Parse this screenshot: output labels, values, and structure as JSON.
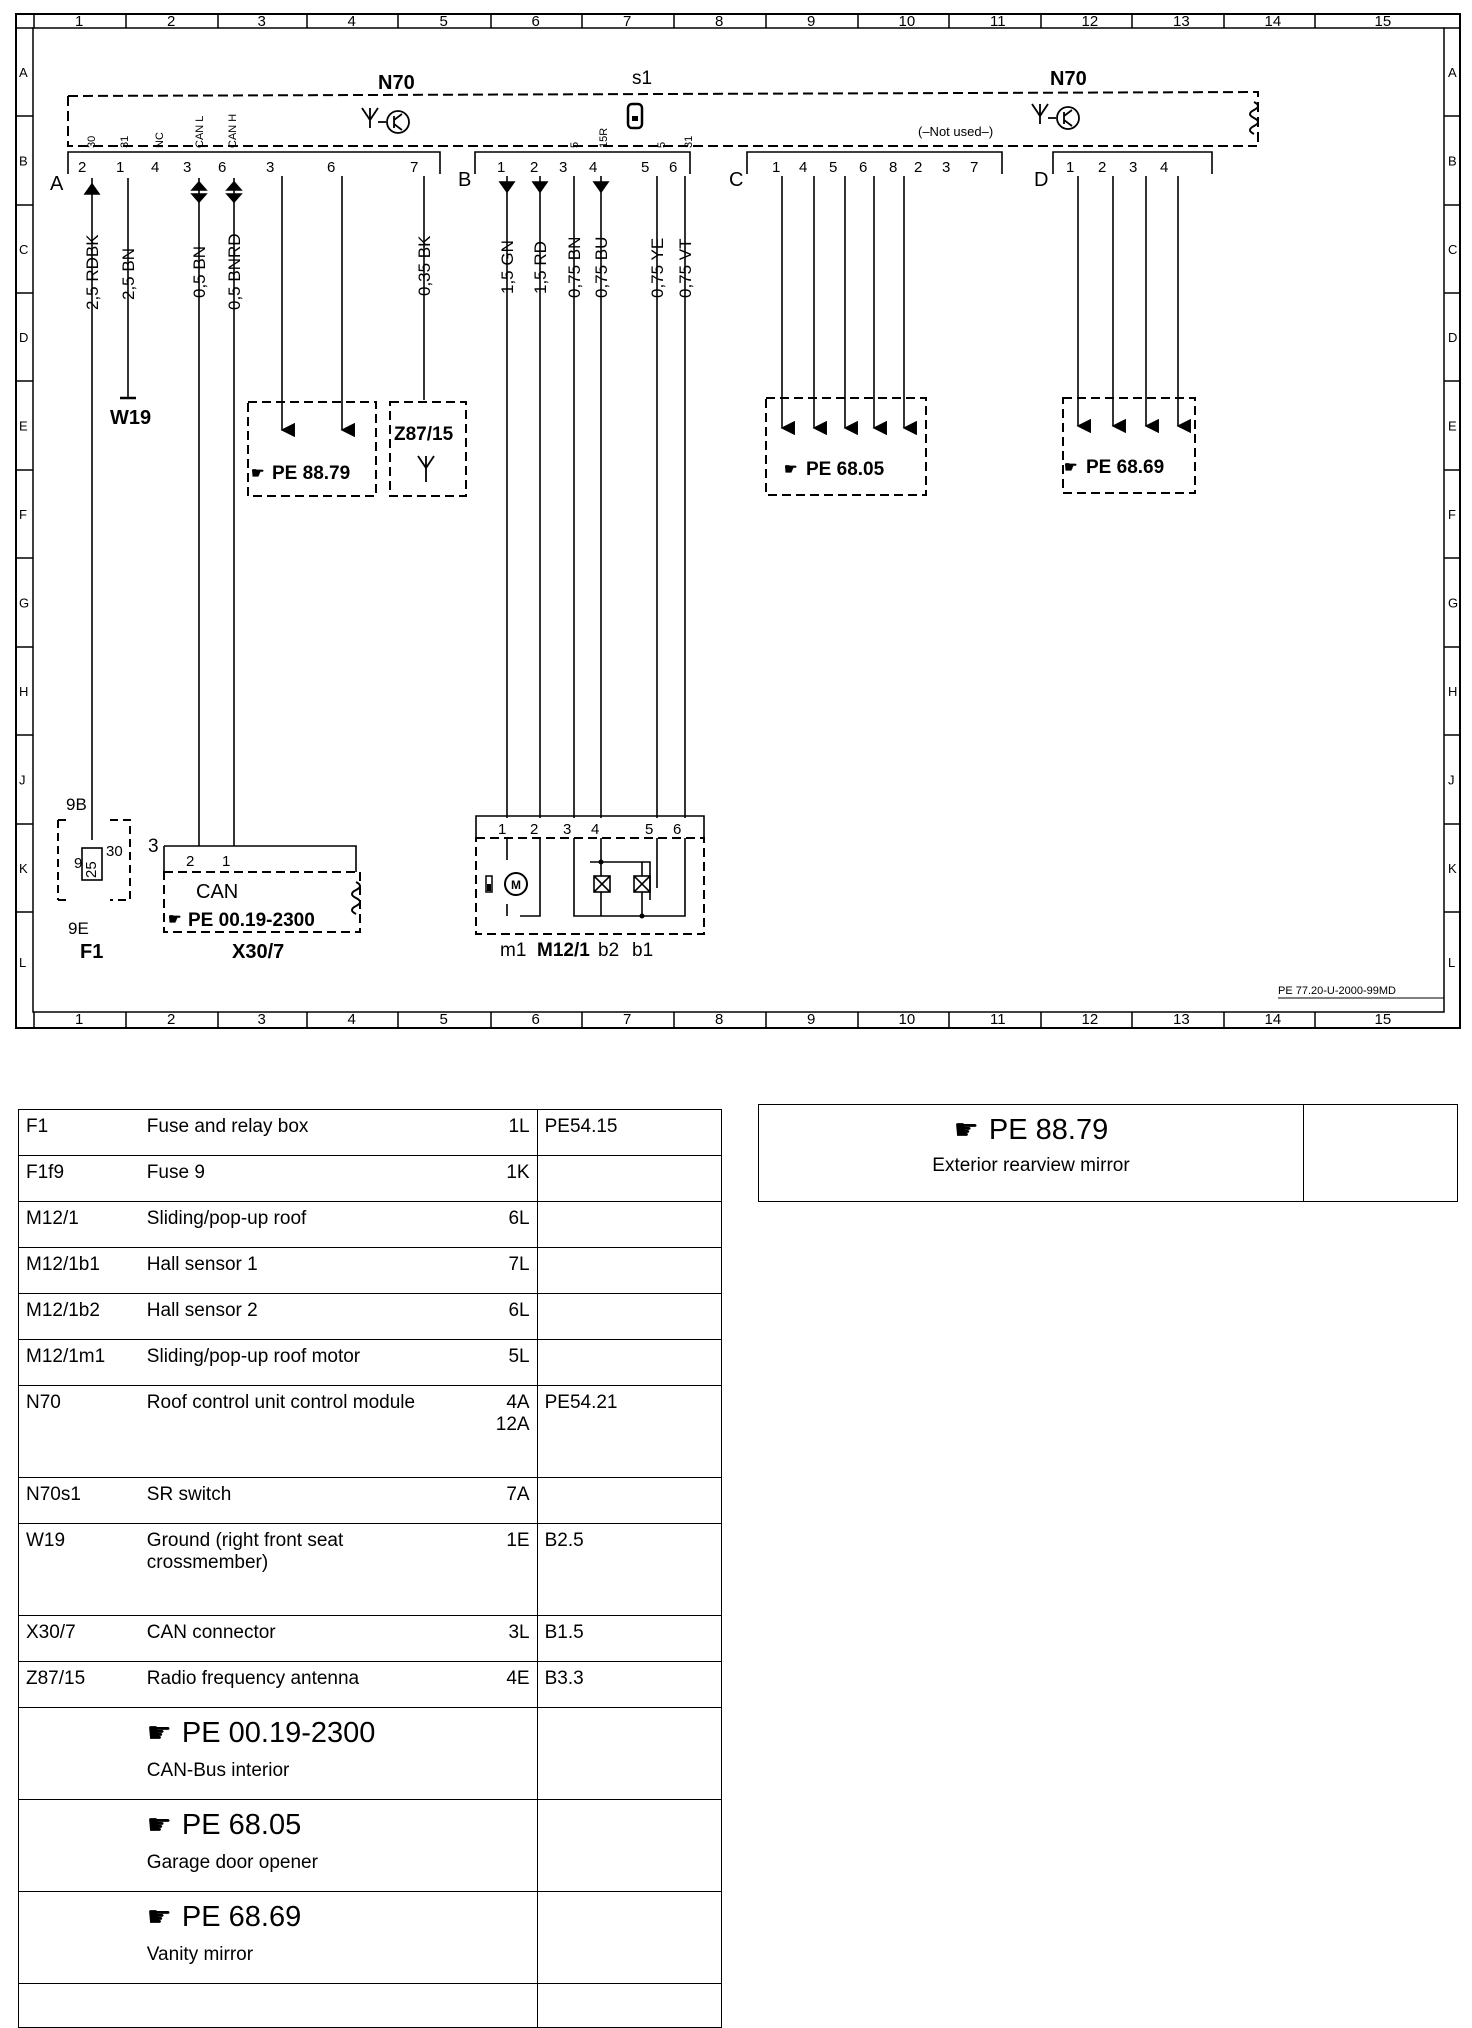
{
  "grid": {
    "columns": [
      "1",
      "2",
      "3",
      "4",
      "5",
      "6",
      "7",
      "8",
      "9",
      "10",
      "11",
      "12",
      "13",
      "14",
      "15"
    ],
    "rows": [
      "A",
      "B",
      "C",
      "D",
      "E",
      "F",
      "G",
      "H",
      "J",
      "K",
      "L"
    ]
  },
  "diagram": {
    "module_left_label": "N70",
    "module_right_label": "N70",
    "switch_label": "s1",
    "not_used": "(–Not used–)",
    "connectors": {
      "a": "A",
      "b": "B",
      "c": "C",
      "d": "D"
    },
    "pin_labels": {
      "a1": "30",
      "a2": "31",
      "a3": "NC",
      "a4": "CAN L",
      "a5": "CAN H",
      "b1": "5",
      "b2": "15R",
      "b3": "5",
      "b4": "31"
    },
    "pins": {
      "a": [
        "2",
        "1",
        "4",
        "3",
        "6",
        "3",
        "6",
        "7"
      ],
      "b": [
        "1",
        "2",
        "3",
        "4",
        "5",
        "6"
      ],
      "c": [
        "1",
        "4",
        "5",
        "6",
        "8",
        "2",
        "3",
        "7"
      ],
      "d": [
        "1",
        "2",
        "3",
        "4"
      ],
      "m12": [
        "1",
        "2",
        "3",
        "4",
        "5",
        "6"
      ],
      "x30": [
        "2",
        "1"
      ],
      "x30_num": "3"
    },
    "wires": {
      "w1": "2,5 RDBK",
      "w2": "2,5 BN",
      "w3": "0,5 BN",
      "w4": "0,5 BNRD",
      "w5": "0,35 BK",
      "w6": "1,5 GN",
      "w7": "1,5 RD",
      "w8": "0,75 BN",
      "w9": "0,75 BU",
      "w10": "0,75 YE",
      "w11": "0,75 VT"
    },
    "components": {
      "w19": "W19",
      "pe8879": "PE 88.79",
      "z8715": "Z87/15",
      "pe6805": "PE 68.05",
      "pe6869": "PE 68.69",
      "f1": "F1",
      "f1_9b": "9B",
      "f1_9e": "9E",
      "f1_pins": [
        "9",
        "25",
        "30"
      ],
      "x30_can": "CAN",
      "x30_pe": "PE 00.19-2300",
      "x30_label": "X30/7",
      "m12_m1": "m1",
      "m12_label": "M12/1",
      "m12_b2": "b2",
      "m12_b1": "b1"
    },
    "doc_code": "PE 77.20-U-2000-99MD"
  },
  "legend": [
    {
      "code": "F1",
      "desc": "Fuse and relay box",
      "loc": "1L",
      "ref": "PE54.15"
    },
    {
      "code": "F1f9",
      "desc": "Fuse 9",
      "loc": "1K",
      "ref": ""
    },
    {
      "code": "M12/1",
      "desc": "Sliding/pop-up roof",
      "loc": "6L",
      "ref": ""
    },
    {
      "code": "M12/1b1",
      "desc": "Hall sensor 1",
      "loc": "7L",
      "ref": ""
    },
    {
      "code": "M12/1b2",
      "desc": "Hall sensor 2",
      "loc": "6L",
      "ref": ""
    },
    {
      "code": "M12/1m1",
      "desc": "Sliding/pop-up roof motor",
      "loc": "5L",
      "ref": ""
    },
    {
      "code": "N70",
      "desc": "Roof control unit control module",
      "loc": "4A",
      "loc2": "12A",
      "ref": "PE54.21"
    },
    {
      "code": "N70s1",
      "desc": "SR switch",
      "loc": "7A",
      "ref": ""
    },
    {
      "code": "W19",
      "desc": "Ground (right front seat",
      "desc2": "crossmember)",
      "loc": "1E",
      "ref": "B2.5"
    },
    {
      "code": "X30/7",
      "desc": "CAN connector",
      "loc": "3L",
      "ref": "B1.5"
    },
    {
      "code": "Z87/15",
      "desc": "Radio frequency antenna",
      "loc": "4E",
      "ref": "B3.3"
    }
  ],
  "legend_refs": [
    {
      "ref": "PE 00.19-2300",
      "desc": "CAN-Bus interior"
    },
    {
      "ref": "PE 68.05",
      "desc": "Garage door opener"
    },
    {
      "ref": "PE 68.69",
      "desc": "Vanity mirror"
    }
  ],
  "side_ref": {
    "ref": "PE 88.79",
    "desc": "Exterior rearview mirror"
  }
}
